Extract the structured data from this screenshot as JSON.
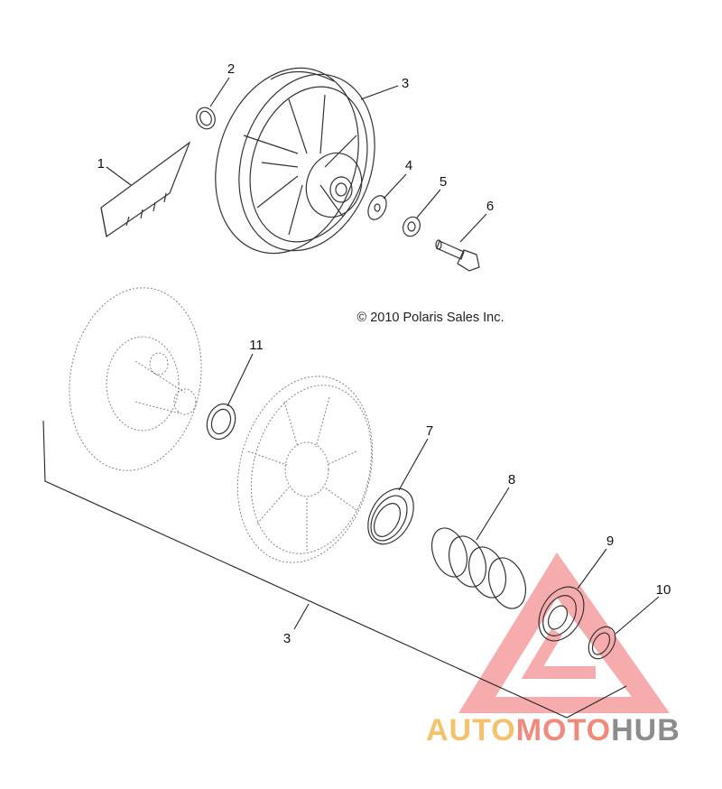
{
  "copyright": "© 2010 Polaris Sales Inc.",
  "callouts": [
    "1",
    "2",
    "3",
    "4",
    "5",
    "6",
    "11",
    "7",
    "8",
    "9",
    "10",
    "3"
  ],
  "watermark": {
    "brand_part1": "AUTO",
    "brand_part2": "MOTO",
    "brand_part3": "HUB",
    "color1": "#f5c26b",
    "color2": "#f08a7c",
    "color3": "#8c8c8c",
    "triangle_color": "#f06a6a"
  }
}
